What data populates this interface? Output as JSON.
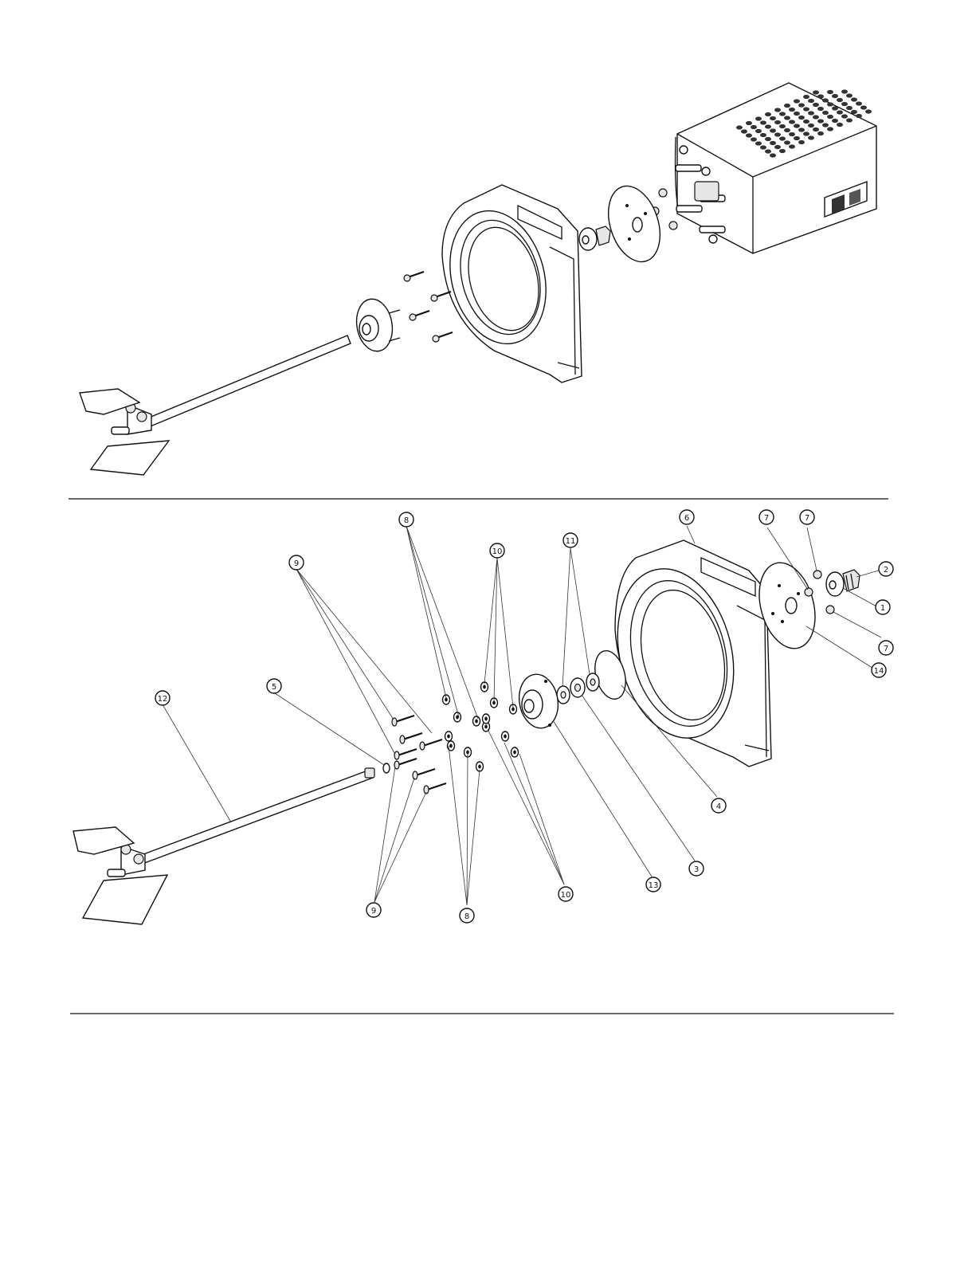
{
  "callouts": {
    "c1": "1",
    "c2": "2",
    "c3": "3",
    "c4": "4",
    "c5": "5",
    "c6": "6",
    "c7a": "7",
    "c7b": "7",
    "c7c": "7",
    "c8a": "8",
    "c8b": "8",
    "c9a": "9",
    "c9b": "9",
    "c10a": "10",
    "c10b": "10",
    "c11": "11",
    "c12": "12",
    "c13": "13",
    "c14": "14"
  }
}
